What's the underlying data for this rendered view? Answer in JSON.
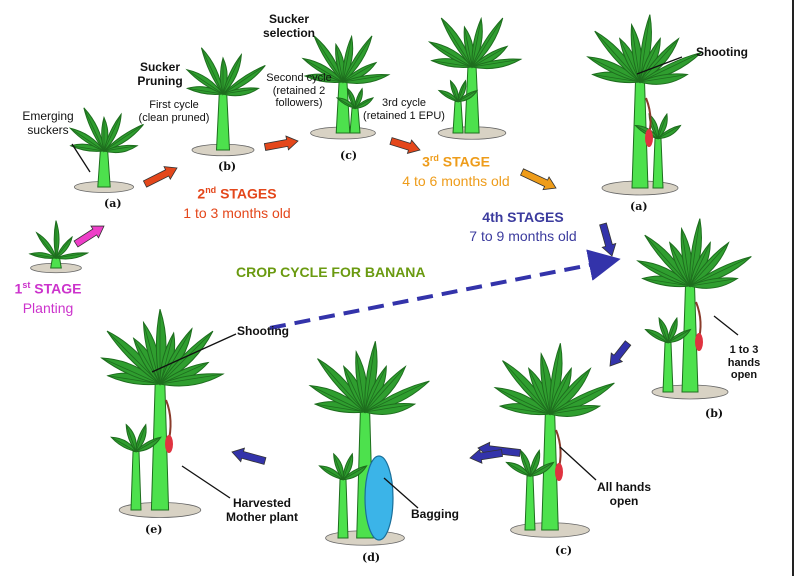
{
  "title": "CROP CYCLE FOR BANANA",
  "colors": {
    "title": "#6a9a10",
    "stage1": "#cc33cc",
    "stage2": "#e4471b",
    "stage3": "#ee9c1a",
    "stage4": "#3b3b9e",
    "leaf": "#2f9e2f",
    "leaf_dark": "#1e6e1e",
    "stem": "#4de14d",
    "bag": "#3bb4e8",
    "arrow_pink": "#ee3ec8",
    "arrow_red": "#e4471b",
    "arrow_orange": "#ee9c1a",
    "arrow_blue": "#3333aa"
  },
  "stages": {
    "s1": {
      "num": "1",
      "sup": "st",
      "word": " STAGE",
      "sub": "Planting"
    },
    "s2": {
      "num": "2",
      "sup": "nd",
      "word": " STAGES",
      "sub": "1 to 3 months old"
    },
    "s3": {
      "num": "3",
      "sup": "rd",
      "word": " STAGE",
      "sub": "4 to 6 months old"
    },
    "s4": {
      "title": "4th STAGES",
      "sub": "7 to 9 months old"
    }
  },
  "labels": {
    "emerging_1": "Emerging",
    "emerging_2": "suckers",
    "sucker_pruning_1": "Sucker",
    "sucker_pruning_2": "Pruning",
    "first_cycle_1": "First cycle",
    "first_cycle_2": "(clean pruned)",
    "sucker_selection_1": "Sucker",
    "sucker_selection_2": "selection",
    "second_cycle_1": "Second cycle",
    "second_cycle_2": "(retained 2",
    "second_cycle_3": "followers)",
    "third_cycle_1": "3rd cycle",
    "third_cycle_2": "(retained 1 EPU)",
    "shooting_top": "Shooting",
    "shooting_bottom": "Shooting",
    "hands_1": "1 to 3",
    "hands_2": "hands",
    "hands_3": "open",
    "all_hands_1": "All hands",
    "all_hands_2": "open",
    "bagging": "Bagging",
    "harvested_1": "Harvested",
    "harvested_2": "Mother plant"
  },
  "letters": {
    "top_a": "(a)",
    "top_b": "(b)",
    "top_c": "(c)",
    "right_a": "(a)",
    "right_b": "(b)",
    "bot_c": "(c)",
    "bot_d": "(d)",
    "bot_e": "(e)"
  }
}
